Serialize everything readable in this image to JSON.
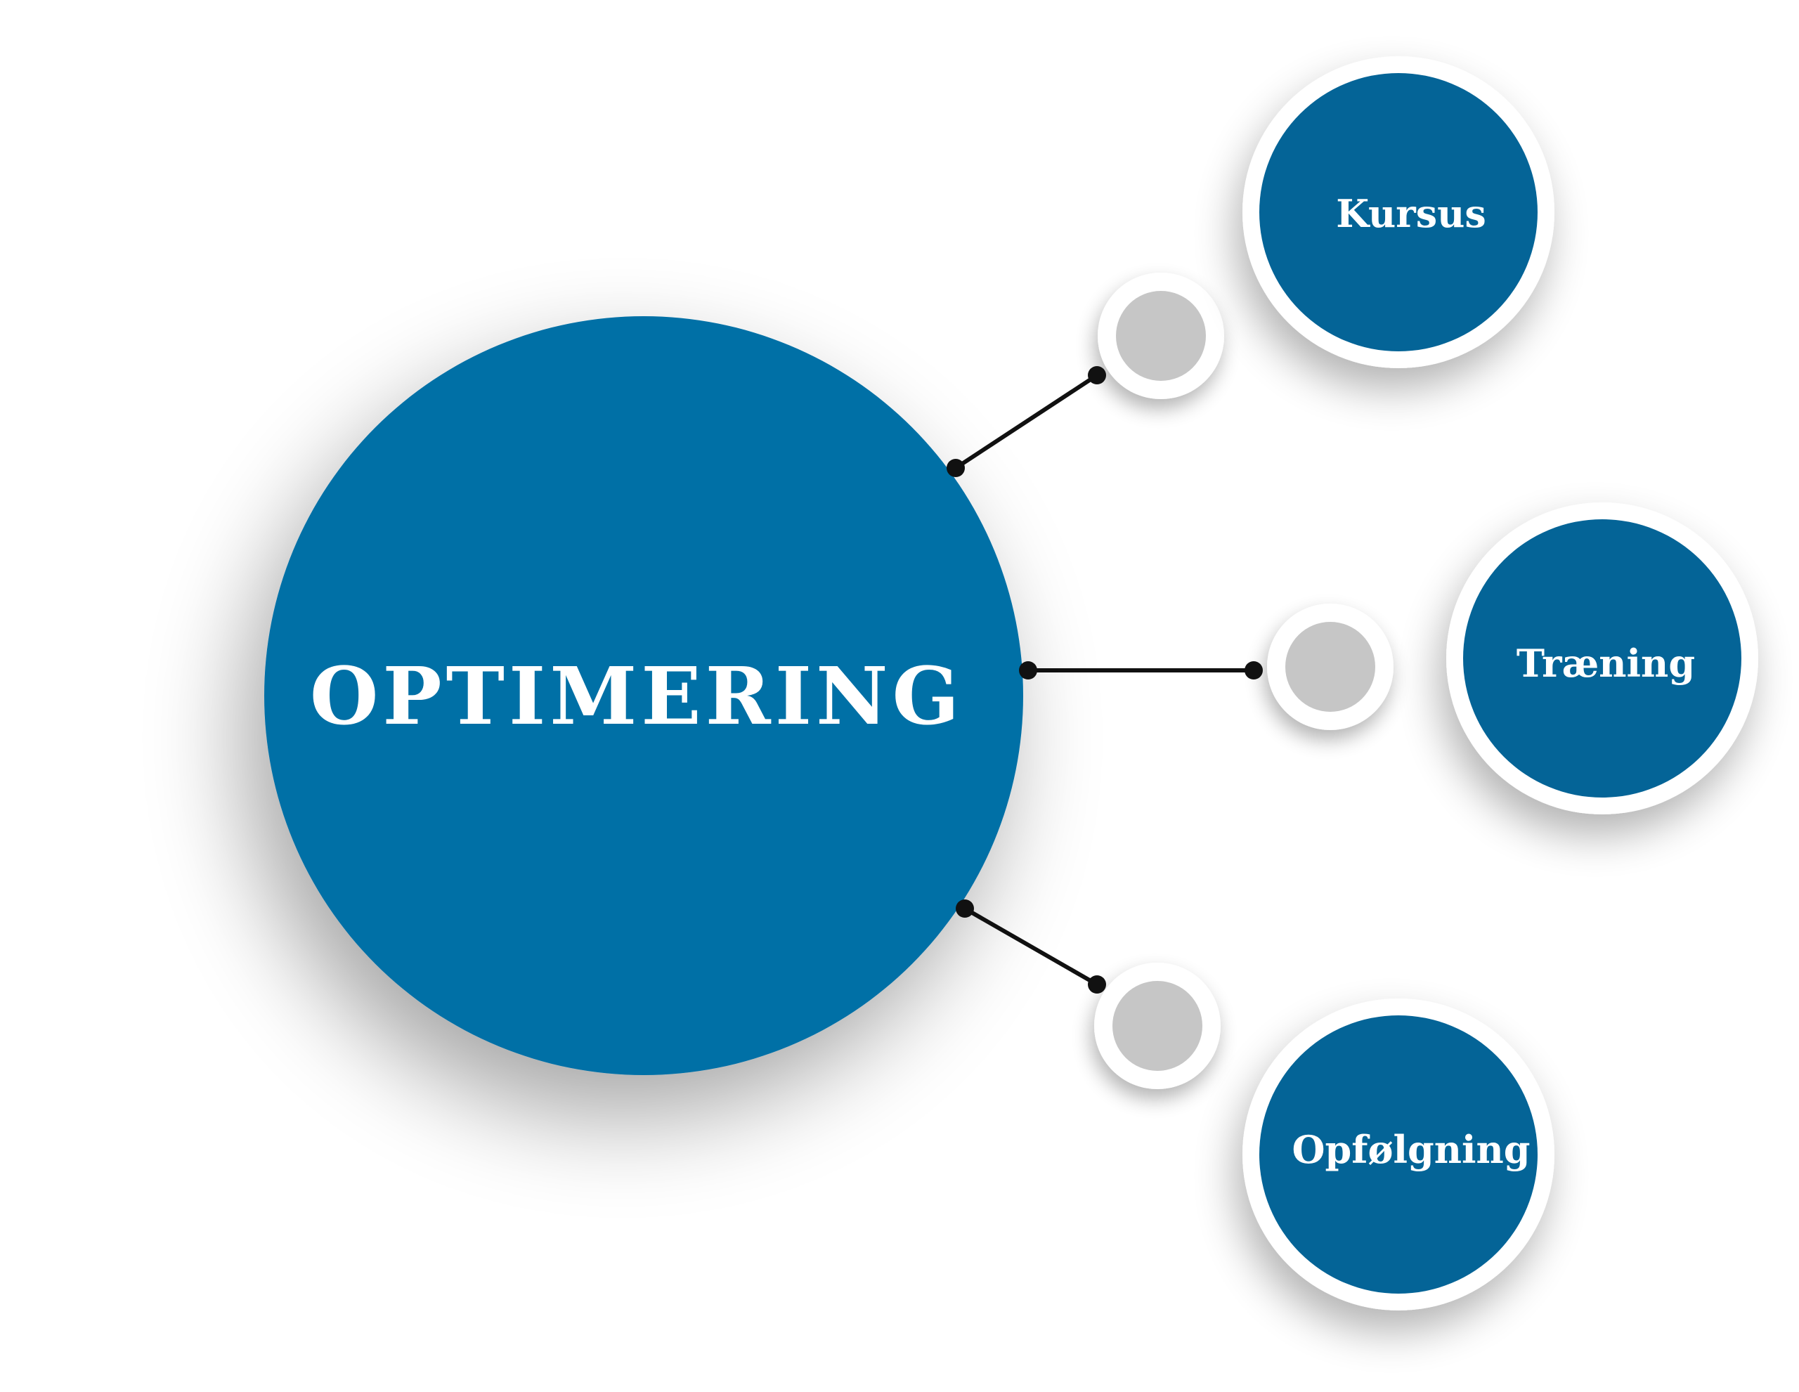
{
  "diagram": {
    "center_node": {
      "label": "OPTIMERING"
    },
    "branches": [
      {
        "label": "Kursus"
      },
      {
        "label": "Træning"
      },
      {
        "label": "Opfølgning"
      }
    ]
  },
  "colors": {
    "main_fill": "#0370a6",
    "branch_fill": "#046497",
    "ring": "#ffffff",
    "connector_fill": "#c6c6c6",
    "line": "#111111",
    "shadow": "#000000"
  }
}
